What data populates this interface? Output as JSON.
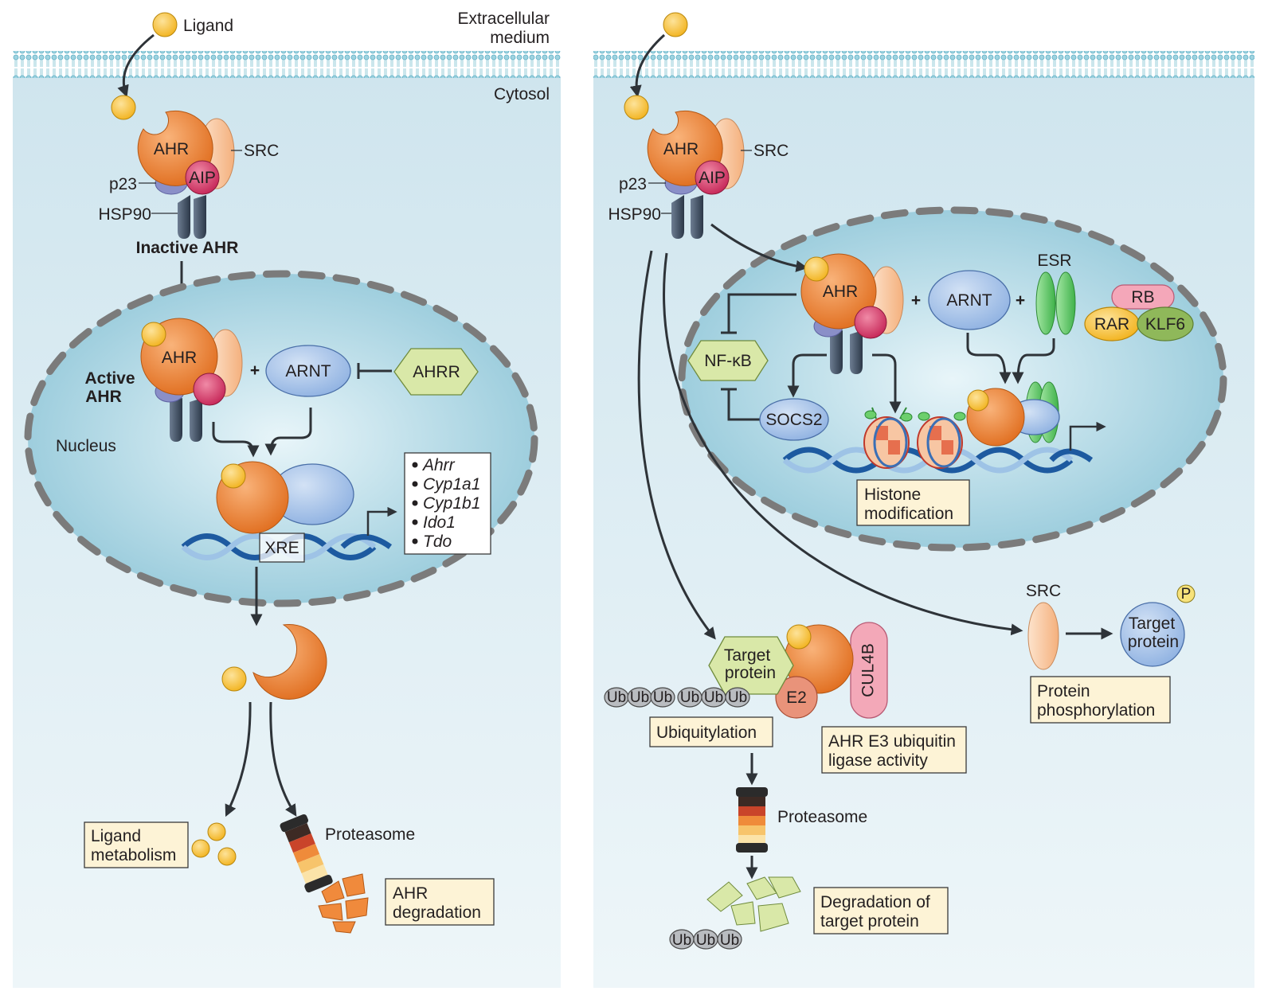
{
  "colors": {
    "cytosol": "#d6e9f0",
    "nucleus": "#9fd0de",
    "ahr": "#f08a3c",
    "ligand": "#f7c234",
    "aip": "#d63d68",
    "src": "#f9c9a0",
    "hsp90": "#3f4e62",
    "p23": "#8a8fc8",
    "arnt": "#a9c4e8",
    "ahrr": "#d9e8a8",
    "esr": "#6ccf6c",
    "rb": "#f4a7b9",
    "rar": "#f7c234",
    "klf6": "#8fb85a",
    "cul4b": "#f3a8b8",
    "e2": "#e9937a",
    "label_box": "#fdf3d6"
  },
  "left": {
    "ligand": "Ligand",
    "extracellular": [
      "Extracellular",
      "medium"
    ],
    "cytosol": "Cytosol",
    "ahr": "AHR",
    "aip": "AIP",
    "src": "SRC",
    "p23": "p23",
    "hsp90": "HSP90",
    "inactive": "Inactive AHR",
    "active": [
      "Active",
      "AHR"
    ],
    "plus": "+",
    "arnt": "ARNT",
    "ahrr": "AHRR",
    "nucleus": "Nucleus",
    "xre": "XRE",
    "genes": [
      "Ahrr",
      "Cyp1a1",
      "Cyp1b1",
      "Ido1",
      "Tdo"
    ],
    "ligand_metabolism": [
      "Ligand",
      "metabolism"
    ],
    "proteasome": "Proteasome",
    "ahr_degradation": [
      "AHR",
      "degradation"
    ]
  },
  "right": {
    "ahr": "AHR",
    "aip": "AIP",
    "src": "SRC",
    "p23": "p23",
    "hsp90": "HSP90",
    "nfkb": "NF-κB",
    "socs2": "SOCS2",
    "arnt": "ARNT",
    "esr": "ESR",
    "plus": "+",
    "rb": "RB",
    "rar": "RAR",
    "klf6": "KLF6",
    "histone": [
      "Histone",
      "modification"
    ],
    "src2": "SRC",
    "phospho": "P",
    "target_protein": [
      "Target",
      "protein"
    ],
    "protein_phosphorylation": [
      "Protein",
      "phosphorylation"
    ],
    "target_protein2": [
      "Target",
      "protein"
    ],
    "cul4b": "CUL4B",
    "e2": "E2",
    "ub": "Ub",
    "ubiquitylation": "Ubiquitylation",
    "e3": [
      "AHR E3 ubiquitin",
      "ligase activity"
    ],
    "proteasome": "Proteasome",
    "degradation_target": [
      "Degradation of",
      "target protein"
    ]
  }
}
